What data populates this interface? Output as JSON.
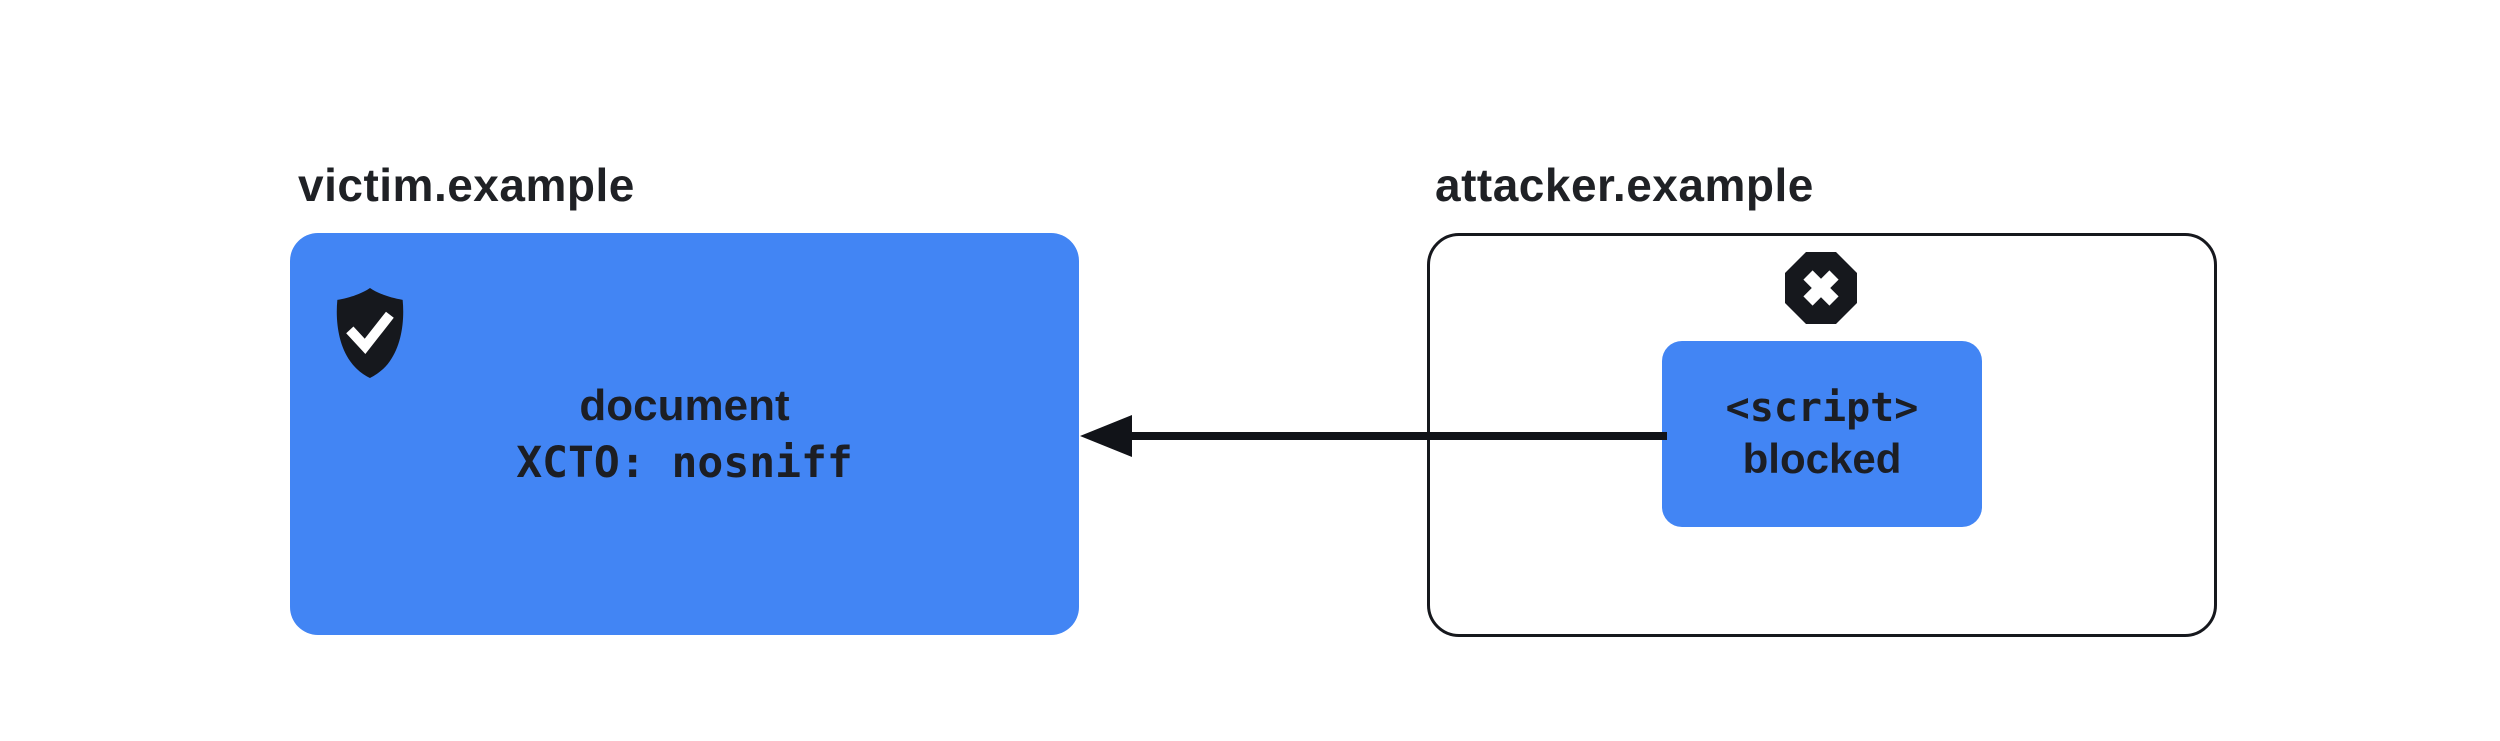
{
  "diagram": {
    "title_semantic": "xcto-nosniff-blocks-cross-origin-script",
    "colors": {
      "accent_blue": "#4285F4",
      "ink": "#1f2125",
      "icon_black": "#16181d",
      "arrow_black": "#111318",
      "background": "#ffffff"
    },
    "victim": {
      "label": "victim.example",
      "icon": "shield-check-icon",
      "card": {
        "line1": "document",
        "line2": "XCTO: nosniff"
      }
    },
    "attacker": {
      "label": "attacker.example",
      "icon": "blocked-x-octagon-icon",
      "card": {
        "line1": "<script>",
        "line2": "blocked"
      }
    },
    "arrow": {
      "direction": "right-to-left",
      "from": "attacker-script-card",
      "to": "victim-document-card"
    }
  }
}
